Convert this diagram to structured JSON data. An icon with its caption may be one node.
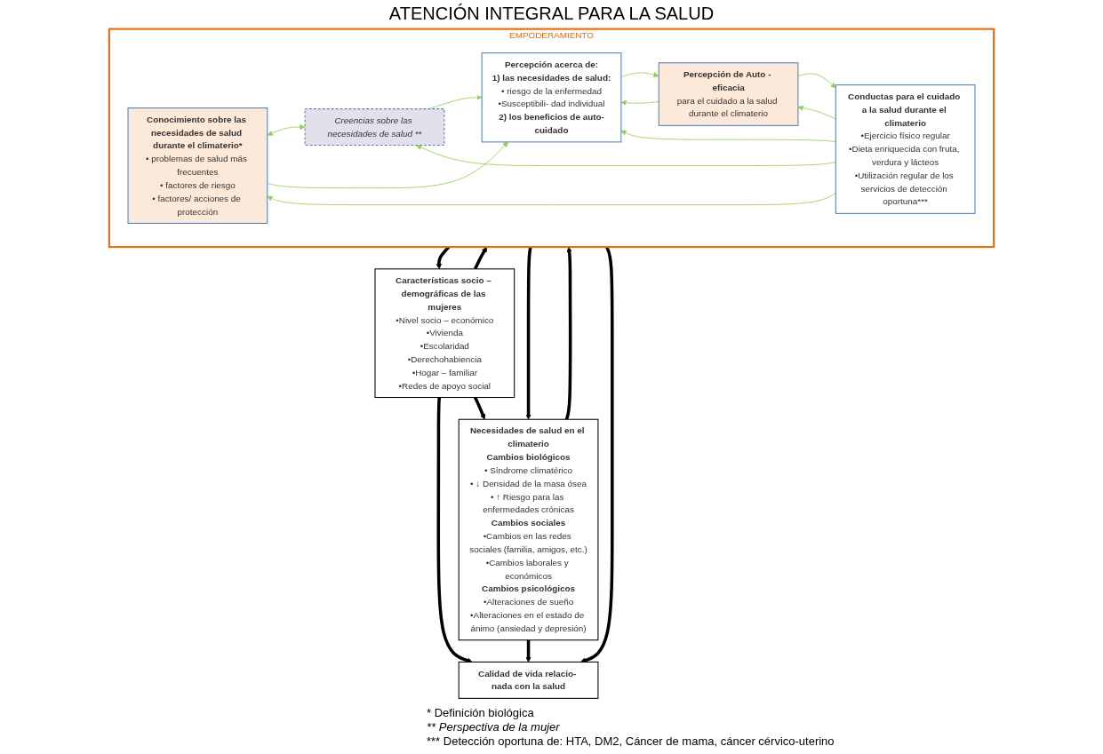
{
  "diagram": {
    "nodes": [
      {
        "text": [
          "Características socio – demográficas de las mujeres",
          "•Nivel socio – económico",
          "•Vivienda",
          "•Escolaridad",
          "•Derechohabiencia",
          "•Hogar – familiar",
          "•Redes de apoyo social"
        ]
      },
      {
        "text": [
          "Necesidades de salud en el climaterio",
          "Cambios biológicos",
          "• Síndrome climatérico",
          "• ↓ Densidad de la masa ósea",
          "• ↑ Riesgo para las enfermedades crónicas",
          "Cambios sociales",
          "•Cambios en las redes sociales (familia, amigos, etc.)",
          "•Cambios laborales y económicos",
          "Cambios psicológicos",
          "•Alteraciones de sueño",
          "•Alteraciones en el estado de ánimo (ansiedad y depresión)"
        ]
      },
      {
        "text": [
          "EMPODERAMIENTO"
        ]
      },
      {
        "text": [
          "Conocimiento sobre las necesidades de salud durante el climaterio*",
          "• problemas de salud más frecuentes",
          "• factores de riesgo",
          "• factores/ acciones de protección"
        ],
        "in": 2
      },
      {
        "text": [
          "Creencias sobre las necesidades de salud **"
        ],
        "in": 2
      },
      {
        "text": [
          "Percepción acerca de:",
          "1) las necesidades de salud:",
          "• riesgo de la enfermedad",
          "•Susceptibili- dad individual",
          "2) los beneficios de auto-cuidado"
        ],
        "in": 2
      },
      {
        "text": [
          "Percepción de Auto - eficacia",
          "para el cuidado a la salud durante el climaterio"
        ],
        "in": 2
      },
      {
        "text": [
          "Conductas para el cuidado a la salud durante el climaterio",
          "•Ejercicio físico regular",
          "•Dieta enriquecida con fruta, verdura y lácteos",
          "•Utilización regular de los servicios de detección oportuna***"
        ],
        "in": 2
      },
      {
        "text": [
          "Calidad de vida relacio- nada con la salud"
        ]
      }
    ],
    "edges": [
      {
        "from": 0,
        "to": 2,
        "arrow": "to",
        "style": "thick",
        "color": "#000000"
      },
      {
        "from": 0,
        "to": 8,
        "arrow": "to",
        "style": "thick",
        "color": "#000000"
      },
      {
        "from": 0,
        "to": 1,
        "arrow": "to",
        "style": "thick",
        "color": "#000000"
      },
      {
        "from": 2,
        "to": 0,
        "arrow": "to",
        "style": "thick",
        "color": "#000000"
      },
      {
        "from": 2,
        "to": 1,
        "arrow": "to",
        "style": "thick",
        "color": "#000000"
      },
      {
        "from": 1,
        "to": 2,
        "arrow": "to",
        "style": "thick",
        "color": "#000000"
      },
      {
        "from": 1,
        "to": 8,
        "arrow": "to",
        "style": "thick",
        "color": "#000000"
      },
      {
        "from": 2,
        "to": 8,
        "arrow": "to",
        "style": "thick",
        "color": "#000000"
      },
      {
        "from": 7,
        "to": 3,
        "arrow": "to"
      },
      {
        "from": 3,
        "to": 4,
        "arrow": "both"
      },
      {
        "from": 3,
        "to": 5,
        "arrow": "to"
      },
      {
        "from": 4,
        "to": 5,
        "arrow": "to"
      },
      {
        "from": 5,
        "to": 6,
        "arrow": "to"
      },
      {
        "from": 6,
        "to": 5,
        "arrow": "to"
      },
      {
        "from": 6,
        "to": 7,
        "arrow": "to"
      },
      {
        "from": 7,
        "to": 6,
        "arrow": "to"
      },
      {
        "from": 7,
        "to": 5,
        "arrow": "to"
      },
      {
        "from": 7,
        "to": 4,
        "arrow": "to"
      }
    ],
    "labels": [
      "ATENCIÓN INTEGRAL PARA LA SALUD",
      "* Definición biológica",
      "** Perspectiva de la mujer",
      "*** Detección oportuna de: HTA, DM2, Cáncer de mama, cáncer cérvico-uterino"
    ]
  }
}
